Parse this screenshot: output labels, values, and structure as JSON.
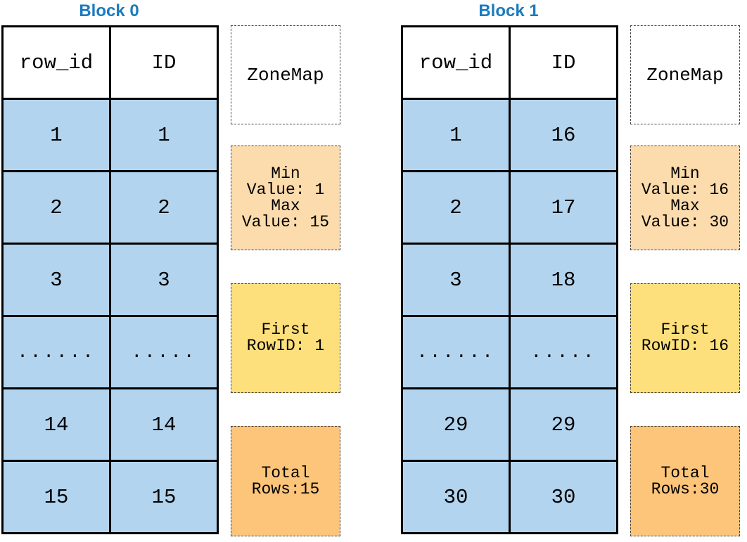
{
  "blocks": [
    {
      "title": "Block 0",
      "headers": [
        "row_id",
        "ID"
      ],
      "rows": [
        [
          "1",
          "1"
        ],
        [
          "2",
          "2"
        ],
        [
          "3",
          "3"
        ],
        [
          "......",
          "....."
        ],
        [
          "14",
          "14"
        ],
        [
          "15",
          "15"
        ]
      ],
      "zonemap_label": "ZoneMap",
      "minmax_text": "Min\nValue: 1\nMax\nValue: 15",
      "first_rowid_text": "First\nRowID: 1",
      "total_rows_text": "Total\nRows:15"
    },
    {
      "title": "Block 1",
      "headers": [
        "row_id",
        "ID"
      ],
      "rows": [
        [
          "1",
          "16"
        ],
        [
          "2",
          "17"
        ],
        [
          "3",
          "18"
        ],
        [
          "......",
          "....."
        ],
        [
          "29",
          "29"
        ],
        [
          "30",
          "30"
        ]
      ],
      "zonemap_label": "ZoneMap",
      "minmax_text": "Min\nValue: 16\nMax\nValue: 30",
      "first_rowid_text": "First\nRowID: 16",
      "total_rows_text": "Total\nRows:30"
    }
  ],
  "colors": {
    "title": "#1a7bbf",
    "cell": "#b3d4ee",
    "minmax": "#fcdbac",
    "first_rowid": "#fde07c",
    "total_rows": "#fdc57a"
  }
}
